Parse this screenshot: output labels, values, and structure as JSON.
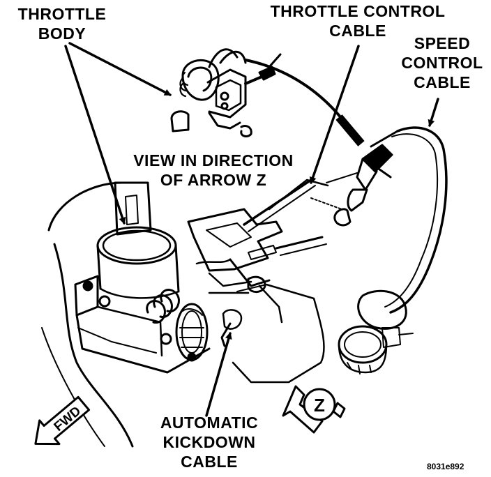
{
  "labels": {
    "throttle_body": [
      "THROTTLE",
      "BODY"
    ],
    "throttle_control_cable": [
      "THROTTLE CONTROL",
      "CABLE"
    ],
    "speed_control_cable": [
      "SPEED",
      "CONTROL",
      "CABLE"
    ],
    "view_direction": [
      "VIEW IN DIRECTION",
      "OF ARROW Z"
    ],
    "automatic_kickdown_cable": [
      "AUTOMATIC",
      "KICKDOWN",
      "CABLE"
    ],
    "fwd": "FWD",
    "z_marker": "Z"
  },
  "figure_code": "8031e892",
  "colors": {
    "ink": "#000000",
    "paper": "#ffffff"
  }
}
